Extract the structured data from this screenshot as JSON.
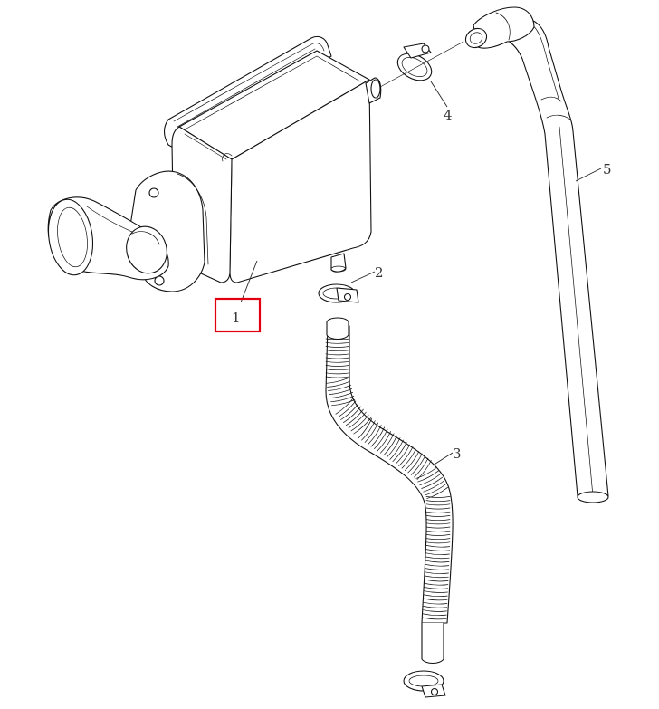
{
  "diagram": {
    "callouts": [
      {
        "id": "1",
        "label": "1",
        "highlighted": true
      },
      {
        "id": "2",
        "label": "2",
        "highlighted": false
      },
      {
        "id": "3",
        "label": "3",
        "highlighted": false
      },
      {
        "id": "4",
        "label": "4",
        "highlighted": false
      },
      {
        "id": "5",
        "label": "5",
        "highlighted": false
      }
    ],
    "highlight_color": "#e0000f",
    "line_color": "#111111"
  }
}
